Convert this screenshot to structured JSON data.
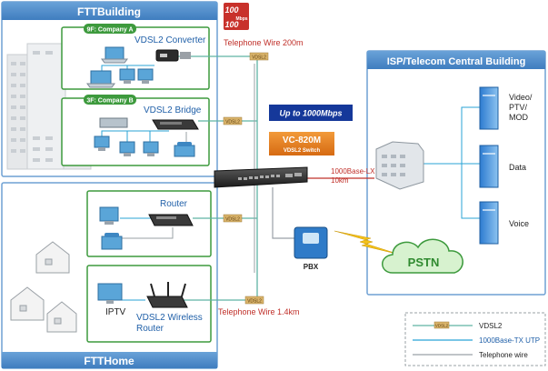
{
  "fttbuilding": {
    "title": "FTTBuilding",
    "floor_a": {
      "tag": "9F: Company A",
      "device": "VDSL2 Converter"
    },
    "floor_b": {
      "tag": "3F: Company B",
      "device": "VDSL2 Bridge"
    }
  },
  "ftthome": {
    "title": "FTTHome",
    "router": "Router",
    "iptv": "IPTV",
    "wireless_line1": "VDSL2 Wireless",
    "wireless_line2": "Router"
  },
  "center": {
    "speed_icon_top": "100",
    "speed_icon_unit": "Mbps",
    "speed_icon_bottom": "100",
    "wire_top": "Telephone Wire 200m",
    "wire_bottom": "Telephone Wire 1.4km",
    "speed_badge": "Up to 1000Mbps",
    "model": "VC-820M",
    "model_sub": "VDSL2 Switch",
    "uplink_line1": "1000Base-LX",
    "uplink_line2": "10km",
    "pbx": "PBX",
    "pstn": "PSTN",
    "link_tag": "VDSL2"
  },
  "isp": {
    "title": "ISP/Telecom Central Building",
    "servers": [
      {
        "line1": "Video/",
        "line2": "PTV/",
        "line3": "MOD"
      },
      {
        "line1": "Data"
      },
      {
        "line1": "Voice"
      }
    ]
  },
  "legend": {
    "items": [
      {
        "label": "VDSL2",
        "tag": "VDSL2",
        "color": "#5fb3a3"
      },
      {
        "label": "1000Base-TX UTP",
        "color": "#29a3d6"
      },
      {
        "label": "Telephone wire",
        "color": "#9aa0a6"
      }
    ]
  },
  "colors": {
    "panel_header": "#4a86c5",
    "panel_border": "#6fa1d4",
    "green_box": "#3d9a3d",
    "device_label": "#1f5fa8",
    "wire_label": "#c0302a",
    "vdsl_line": "#5fb3a3",
    "phone_line": "#9aa0a6",
    "fiber": "#c0302a"
  }
}
